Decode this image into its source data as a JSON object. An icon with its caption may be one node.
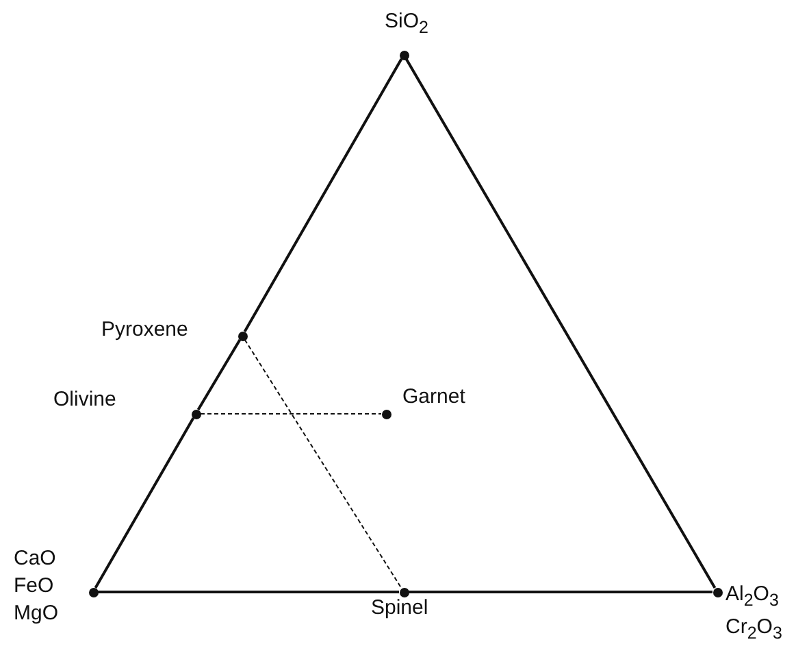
{
  "diagram": {
    "nodes": [
      {
        "text": [
          "SiO$_{2}$"
        ]
      },
      {
        "text": [
          "Pyroxene"
        ]
      },
      {
        "text": [
          "Olivine"
        ]
      },
      {
        "text": [
          "Garnet"
        ]
      },
      {
        "text": [
          "CaO FeO MgO"
        ]
      },
      {
        "text": [
          "Spinel"
        ]
      },
      {
        "text": [
          "Al$_{2}$O$_{3}$ Cr$_{2}$O$_{3}$"
        ]
      }
    ],
    "edges": [
      {
        "from": 0,
        "to": 1,
        "arrow": "none"
      },
      {
        "from": 1,
        "to": 2,
        "arrow": "none"
      },
      {
        "from": 2,
        "to": 4,
        "arrow": "none"
      },
      {
        "from": 4,
        "to": 5,
        "arrow": "none"
      },
      {
        "from": 5,
        "to": 6,
        "arrow": "none"
      },
      {
        "from": 6,
        "to": 0,
        "arrow": "none"
      },
      {
        "from": 2,
        "to": 3,
        "arrow": "none",
        "style": "dashed"
      },
      {
        "from": 1,
        "to": 5,
        "arrow": "none",
        "style": "dashed"
      }
    ]
  }
}
